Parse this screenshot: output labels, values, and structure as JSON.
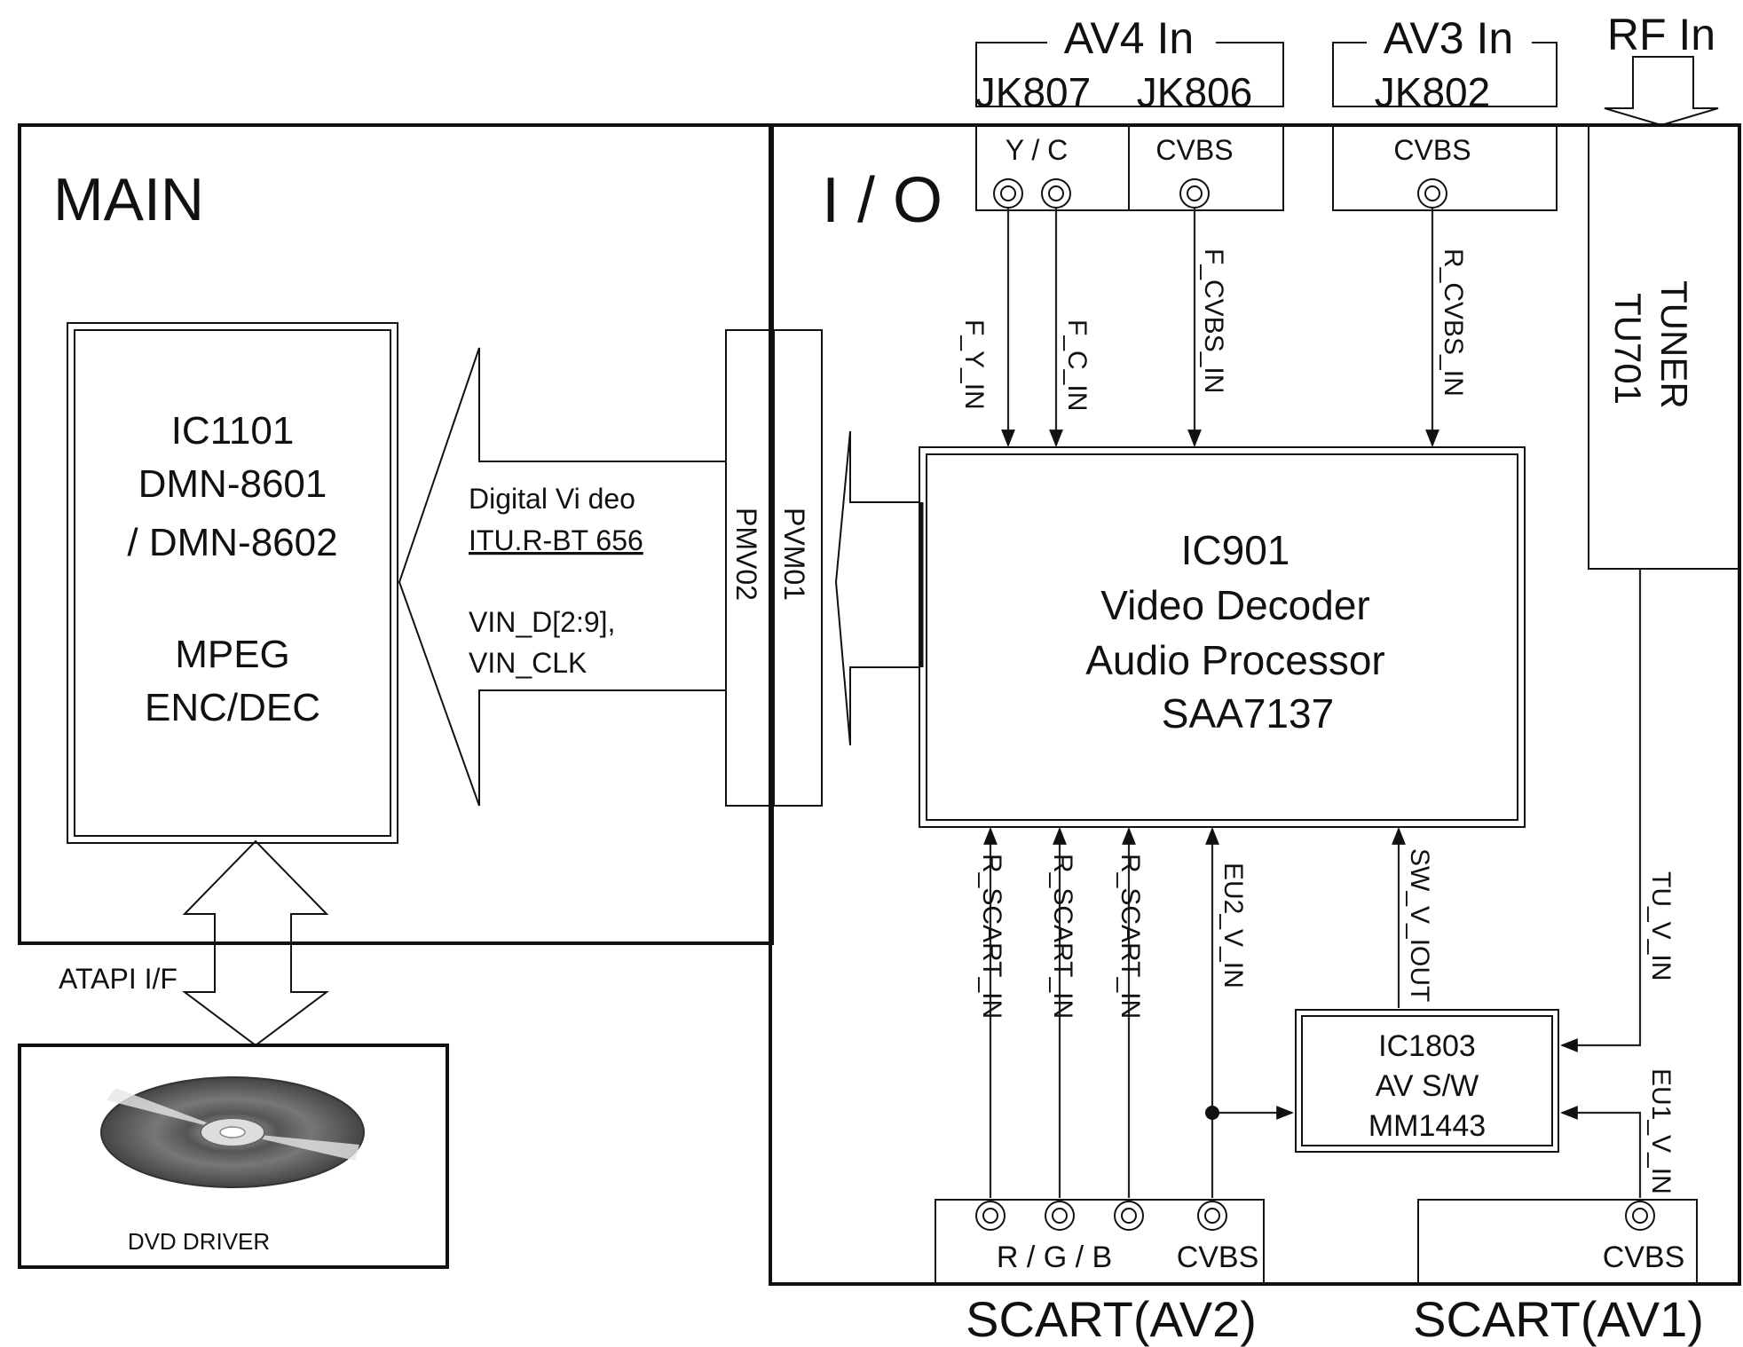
{
  "main": {
    "title": "MAIN",
    "mpeg_ic": {
      "lines": [
        "IC1101",
        "DMN-8601",
        "/ DMN-8602",
        "",
        "MPEG",
        "ENC/DEC"
      ]
    },
    "digital_video": {
      "line1": "Digital Vi deo",
      "line2": "ITU.R-BT 656",
      "line3": "VIN_D[2:9],",
      "line4": "VIN_CLK"
    },
    "connector1": "PVM01",
    "connector2": "PMV02",
    "atapi": "ATAPI I/F"
  },
  "dvd": {
    "label": "DVD DRIVER"
  },
  "io": {
    "title": "I / O",
    "decoder": {
      "lines": [
        "IC901",
        "Video Decoder",
        "Audio Processor",
        "SAA7137"
      ]
    },
    "av_switch": {
      "lines": [
        "IC1803",
        "AV S/W",
        "MM1443"
      ]
    },
    "tuner": {
      "line1": "TUNER",
      "line2": "TU701"
    }
  },
  "inputs": {
    "av4": {
      "title": "AV4 In",
      "jk_left": "JK807",
      "jk_right": "JK806",
      "port_left": "Y / C",
      "port_right": "CVBS"
    },
    "av3": {
      "title": "AV3 In",
      "jk": "JK802",
      "port": "CVBS"
    },
    "rf": {
      "title": "RF In"
    }
  },
  "signals": {
    "f_y_in": "F_Y_IN",
    "f_c_in": "F_C_IN",
    "f_cvbs_in": "F_CVBS_IN",
    "r_cvbs_in": "R_CVBS_IN",
    "r_scart_in_1": "R_SCART_IN",
    "r_scart_in_2": "R_SCART_IN",
    "r_scart_in_3": "R_SCART_IN",
    "eu2_v_in": "EU2_V_IN",
    "sw_v_iout": "SW_V_IOUT",
    "tu_v_in": "TU_V_IN",
    "eu1_v_in": "EU1_V_IN"
  },
  "scart": {
    "av2": {
      "title": "SCART(AV2)",
      "pins_label": "R / G / B",
      "cvbs_label": "CVBS"
    },
    "av1": {
      "title": "SCART(AV1)",
      "cvbs_label": "CVBS"
    }
  }
}
